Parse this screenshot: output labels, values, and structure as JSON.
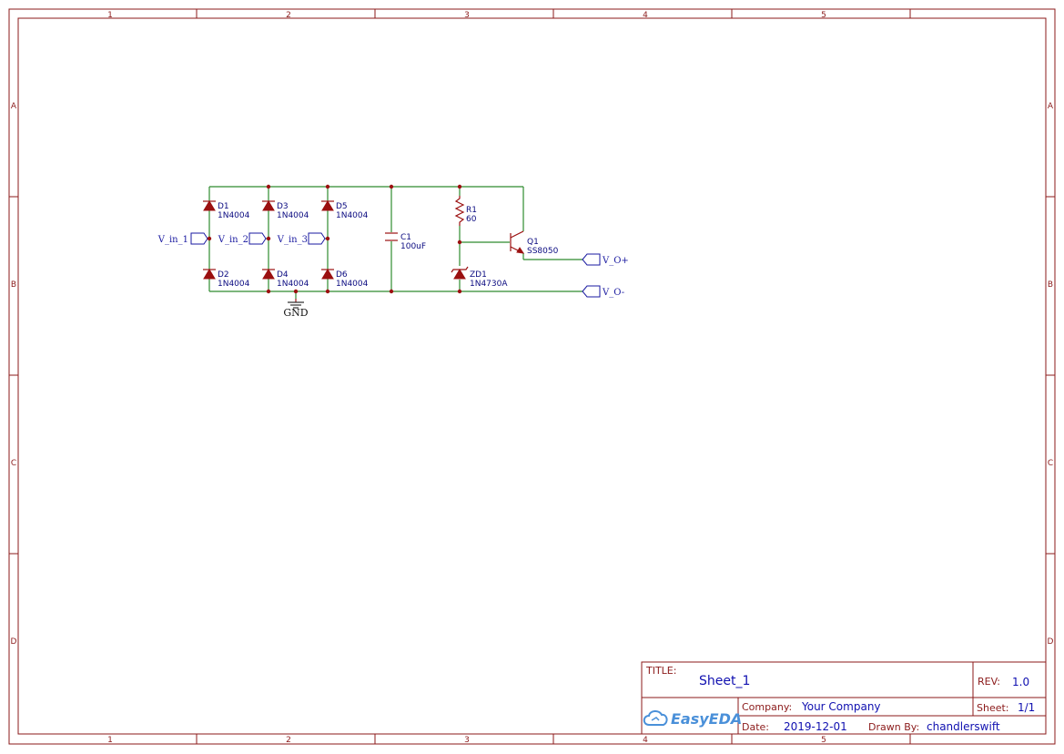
{
  "grid": {
    "columns": [
      "1",
      "2",
      "3",
      "4",
      "5"
    ],
    "rows": [
      "A",
      "B",
      "C",
      "D"
    ]
  },
  "schematic": {
    "diodes": [
      {
        "ref": "D1",
        "value": "1N4004"
      },
      {
        "ref": "D2",
        "value": "1N4004"
      },
      {
        "ref": "D3",
        "value": "1N4004"
      },
      {
        "ref": "D4",
        "value": "1N4004"
      },
      {
        "ref": "D5",
        "value": "1N4004"
      },
      {
        "ref": "D6",
        "value": "1N4004"
      }
    ],
    "capacitor": {
      "ref": "C1",
      "value": "100uF"
    },
    "resistor": {
      "ref": "R1",
      "value": "60"
    },
    "zener": {
      "ref": "ZD1",
      "value": "1N4730A"
    },
    "transistor": {
      "ref": "Q1",
      "value": "SS8050"
    },
    "inputs": [
      "V_in_1",
      "V_in_2",
      "V_in_3"
    ],
    "outputs": [
      "V_O+",
      "V_O-"
    ],
    "ground": "GND"
  },
  "title_block": {
    "title_label": "TITLE:",
    "title": "Sheet_1",
    "rev_label": "REV:",
    "rev": "1.0",
    "company_label": "Company:",
    "company": "Your Company",
    "sheet_label": "Sheet:",
    "sheet": "1/1",
    "date_label": "Date:",
    "date": "2019-12-01",
    "drawn_by_label": "Drawn By:",
    "drawn_by": "chandlerswift",
    "logo_text": "EasyEDA",
    "colors": {
      "frame": "#8b1a1a",
      "wire": "#2e8b2e",
      "symbol": "#9b1010",
      "text": "#1010b0"
    }
  }
}
